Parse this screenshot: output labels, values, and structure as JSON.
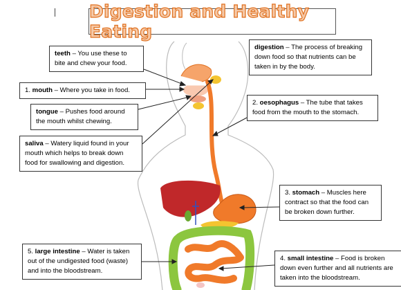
{
  "title": "Digestion and Healthy Eating",
  "labels": {
    "teeth": {
      "term": "teeth",
      "text": " – You use these to bite and chew your food."
    },
    "digestion": {
      "term": "digestion",
      "text": " – The process of breaking down food so that nutrients can be taken in by the body."
    },
    "mouth": {
      "prefix": "1. ",
      "term": "mouth",
      "text": " – Where you take in food."
    },
    "tongue": {
      "term": "tongue",
      "text": " – Pushes food around the mouth whilst chewing."
    },
    "oesophagus": {
      "prefix": "2. ",
      "term": "oesophagus",
      "text": " – The tube that takes food from the mouth to the stomach."
    },
    "saliva": {
      "term": "saliva",
      "text": " – Watery liquid found in your mouth which helps to break down food for swallowing and digestion."
    },
    "stomach": {
      "prefix": "3. ",
      "term": "stomach",
      "text": " – Muscles here contract so that the food can be broken down further."
    },
    "large_intestine": {
      "prefix": "5. ",
      "term": "large intestine",
      "text": " – Water is taken out of the undigested food (waste) and into the bloodstream."
    },
    "small_intestine": {
      "prefix": "4. ",
      "term": "small intestine",
      "text": " – Food is broken down even further and all nutrients are taken into the bloodstream."
    }
  },
  "colors": {
    "title_fill": "#f5c9a8",
    "title_stroke": "#e0701e",
    "oesophagus": "#f07a2a",
    "liver": "#c0282a",
    "large_intestine": "#8cc63f",
    "small_intestine": "#f07a2a",
    "body_outline": "#bbbbbb"
  }
}
